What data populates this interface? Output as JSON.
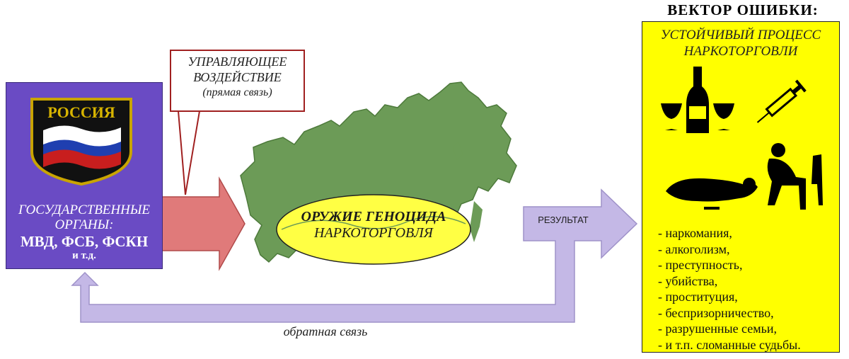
{
  "government": {
    "emblem_text": "РОССИЯ",
    "label": "ГОСУДАРСТВЕННЫЕ ОРГАНЫ:",
    "agencies": "МВД, ФСБ, ФСКН",
    "etc": "и т.д."
  },
  "callout": {
    "line1": "УПРАВЛЯЮЩЕЕ",
    "line2": "ВОЗДЕЙСТВИЕ",
    "line3": "(прямая связь)"
  },
  "weapon": {
    "title": "ОРУЖИЕ ГЕНОЦИДА",
    "subtitle": "НАРКОТОРГОВЛЯ"
  },
  "result_label": "РЕЗУЛЬТАТ",
  "feedback_label": "обратная связь",
  "vector": {
    "heading": "ВЕКТОР ОШИБКИ:",
    "title_line1": "УСТОЙЧИВЫЙ ПРОЦЕСС",
    "title_line2": "НАРКОТОРГОВЛИ",
    "consequences": [
      "- наркомания,",
      "- алкоголизм,",
      "- преступность,",
      "- убийства,",
      "- проституция,",
      "- беспризорничество,",
      "- разрушенные семьи,",
      "- и т.п. сломанные судьбы."
    ]
  },
  "colors": {
    "gov_box": "#6a4bc4",
    "red_arrow": "#e07a7a",
    "lilac_arrow": "#c4b8e6",
    "map": "#6c9b57",
    "oval": "#ffff44",
    "panel": "#ffff00"
  }
}
